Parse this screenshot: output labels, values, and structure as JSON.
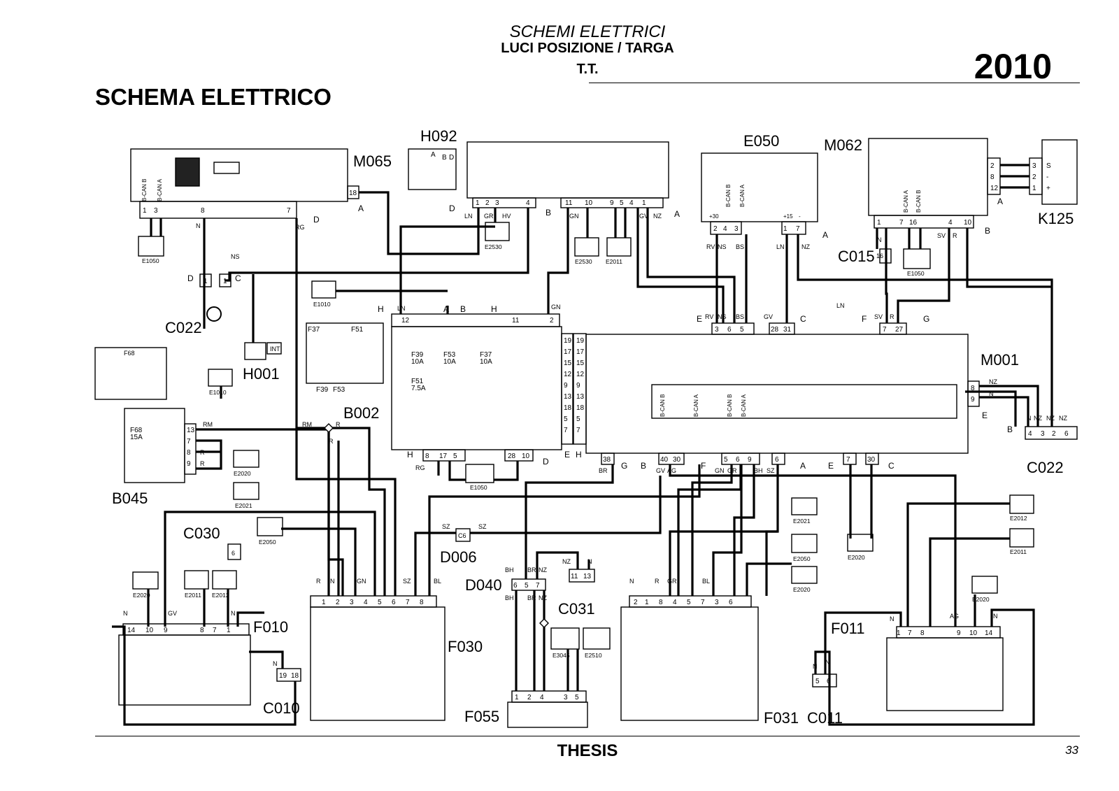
{
  "header": {
    "subtitle": "SCHEMI ELETTRICI",
    "title": "LUCI POSIZIONE / TARGA",
    "subsystem": "T.T.",
    "code": "2010"
  },
  "section_title": "SCHEMA ELETTRICO",
  "footer": {
    "model": "THESIS",
    "page": "33"
  },
  "components": {
    "M065": {
      "label": "M065",
      "pins": [
        "1",
        "3",
        "8",
        "7"
      ],
      "text": [
        "B-CAN B",
        "B-CAN A"
      ],
      "side_pin": "18"
    },
    "H092": {
      "label": "H092",
      "pins": [
        "1",
        "2",
        "3",
        "4",
        "11",
        "10",
        "9",
        "5",
        "4",
        "1"
      ],
      "knob": [
        "A",
        "B",
        "D"
      ]
    },
    "E050": {
      "label": "E050",
      "pins": [
        "2",
        "4",
        "3",
        "1",
        "7"
      ],
      "text": [
        "+30",
        "B-CAN B",
        "B-CAN A",
        "+15",
        "-"
      ]
    },
    "M062": {
      "label": "M062",
      "pins": [
        "1",
        "7",
        "16",
        "4",
        "10"
      ],
      "text": [
        "B-CAN A",
        "B-CAN B"
      ],
      "side_pins": [
        "2",
        "8",
        "12"
      ]
    },
    "K125": {
      "label": "K125",
      "pins": [
        "3",
        "2",
        "1"
      ],
      "text": [
        "S",
        "-",
        "+"
      ]
    },
    "M001": {
      "label": "M001",
      "top_pins": [
        "3",
        "6",
        "5",
        "28",
        "31",
        "7",
        "27"
      ],
      "left_pins": [
        "19",
        "17",
        "15",
        "12",
        "9",
        "13",
        "18",
        "5",
        "7"
      ],
      "bottom_pins": [
        "38",
        "40",
        "30",
        "5",
        "6",
        "9",
        "6",
        "7",
        "30"
      ],
      "right_pins": [
        "8",
        "9"
      ],
      "text": [
        "B-CAN B",
        "B-CAN A",
        "B-CAN B",
        "B-CAN A"
      ]
    },
    "B002": {
      "label": "B002",
      "top_pins": [
        "12",
        "11",
        "2"
      ],
      "right_pins": [
        "19",
        "17",
        "15",
        "12",
        "9",
        "13",
        "18",
        "5",
        "7"
      ],
      "bottom_pins": [
        "8",
        "17",
        "5",
        "28",
        "10"
      ],
      "fuses": [
        "F39",
        "10A",
        "F53",
        "10A",
        "F37",
        "10A",
        "F51",
        "7.5A"
      ]
    },
    "B045": {
      "label": "B045",
      "pins": [
        "13",
        "7",
        "8",
        "9"
      ],
      "fuse": [
        "F68",
        "15A"
      ]
    },
    "F010": {
      "label": "F010",
      "pins": [
        "14",
        "10",
        "9",
        "8",
        "7",
        "1"
      ]
    },
    "F030": {
      "label": "F030",
      "pins": [
        "1",
        "2",
        "3",
        "4",
        "5",
        "6",
        "7",
        "8"
      ]
    },
    "F031": {
      "label": "F031",
      "pins": [
        "2",
        "1",
        "8",
        "4",
        "5",
        "7",
        "3",
        "6"
      ]
    },
    "F011": {
      "label": "F011",
      "pins": [
        "1",
        "7",
        "8",
        "9",
        "10",
        "14"
      ]
    },
    "F055": {
      "label": "F055",
      "pins": [
        "1",
        "2",
        "4",
        "3",
        "5"
      ]
    },
    "D006": {
      "label": "D006",
      "pin": "C6"
    },
    "D040": {
      "label": "D040",
      "pins": [
        "6",
        "5",
        "7"
      ]
    },
    "C022a": {
      "label": "C022",
      "pins": [
        "1",
        "1"
      ]
    },
    "C022b": {
      "label": "C022",
      "pins": [
        "4",
        "3",
        "2",
        "6"
      ]
    },
    "C015": {
      "label": "C015",
      "pin": "16"
    },
    "C030": {
      "label": "C030",
      "pin": "6"
    },
    "C031": {
      "label": "C031",
      "pins": [
        "11",
        "13"
      ]
    },
    "C010": {
      "label": "C010",
      "pins": [
        "19",
        "18"
      ]
    },
    "C011": {
      "label": "C011",
      "pins": [
        "5",
        "6"
      ]
    },
    "H001": {
      "label": "H001",
      "tag": "INT"
    },
    "F68box": {
      "label": "F68"
    },
    "fusebox": {
      "labels": [
        "F37",
        "F51",
        "F39",
        "F53"
      ]
    }
  },
  "symbols": [
    "E1050",
    "E1010",
    "E2530",
    "E2011",
    "E2012",
    "E2020",
    "E2021",
    "E2050",
    "E3045",
    "E2510"
  ],
  "wire_colors": [
    "N",
    "NS",
    "RG",
    "LN",
    "GR",
    "HV",
    "GN",
    "GV",
    "NZ",
    "RV",
    "BS",
    "SV",
    "R",
    "RM",
    "BR",
    "AG",
    "GN",
    "BH",
    "SZ",
    "BL",
    "AG"
  ],
  "connector_refs": [
    "A",
    "B",
    "C",
    "D",
    "E",
    "F",
    "G",
    "H"
  ]
}
